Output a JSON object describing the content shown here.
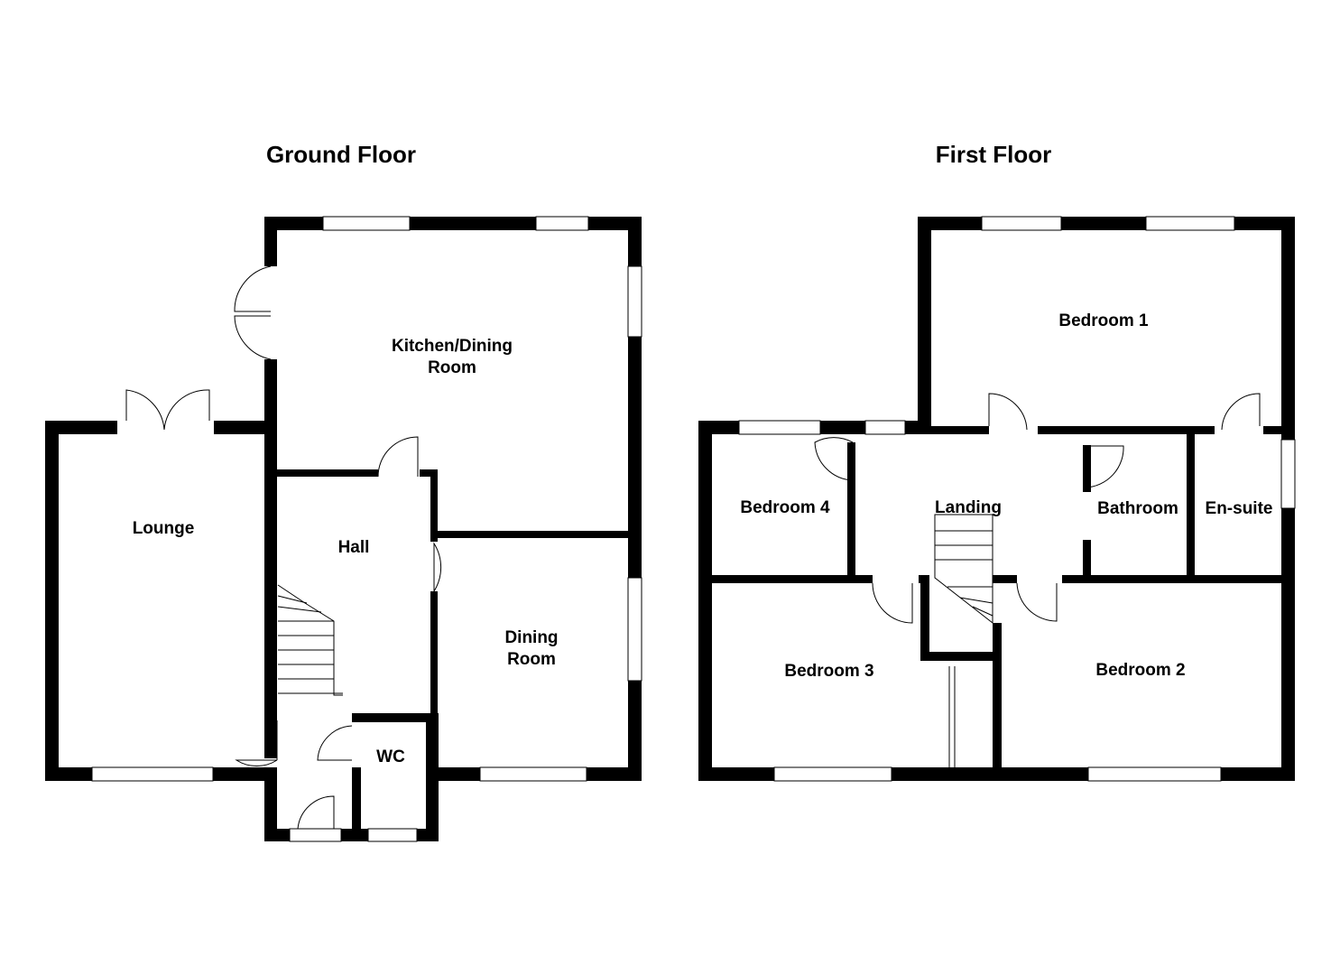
{
  "floors": {
    "ground": {
      "title": "Ground Floor",
      "rooms": {
        "kitchen_line1": "Kitchen/Dining",
        "kitchen_line2": "Room",
        "lounge": "Lounge",
        "hall": "Hall",
        "dining_line1": "Dining",
        "dining_line2": "Room",
        "wc": "WC"
      }
    },
    "first": {
      "title": "First Floor",
      "rooms": {
        "bedroom1": "Bedroom 1",
        "bedroom2": "Bedroom 2",
        "bedroom3": "Bedroom 3",
        "bedroom4": "Bedroom 4",
        "landing": "Landing",
        "bathroom": "Bathroom",
        "ensuite": "En-suite"
      }
    }
  }
}
